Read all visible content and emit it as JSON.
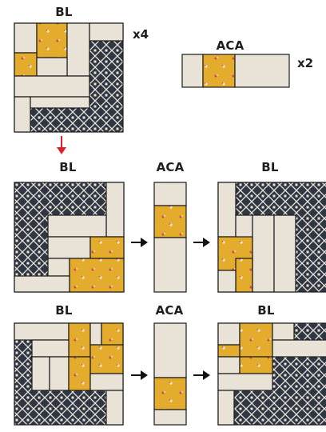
{
  "labels": {
    "top_block": "BL",
    "top_multiplier": "x4",
    "top_strip": "ACA",
    "strip_multiplier": "x2",
    "row1_left": "BL",
    "row1_mid": "ACA",
    "row1_right": "BL",
    "row2_left": "BL",
    "row2_mid": "ACA",
    "row2_right": "BL"
  },
  "colors": {
    "cream": "#e9e2d6",
    "gold": "#e3ac2c",
    "navy": "#2f3644",
    "outline": "#1a1a1a",
    "down_arrow": "#d8232a"
  },
  "icons": [
    "down-arrow-icon",
    "right-arrow-icon"
  ]
}
